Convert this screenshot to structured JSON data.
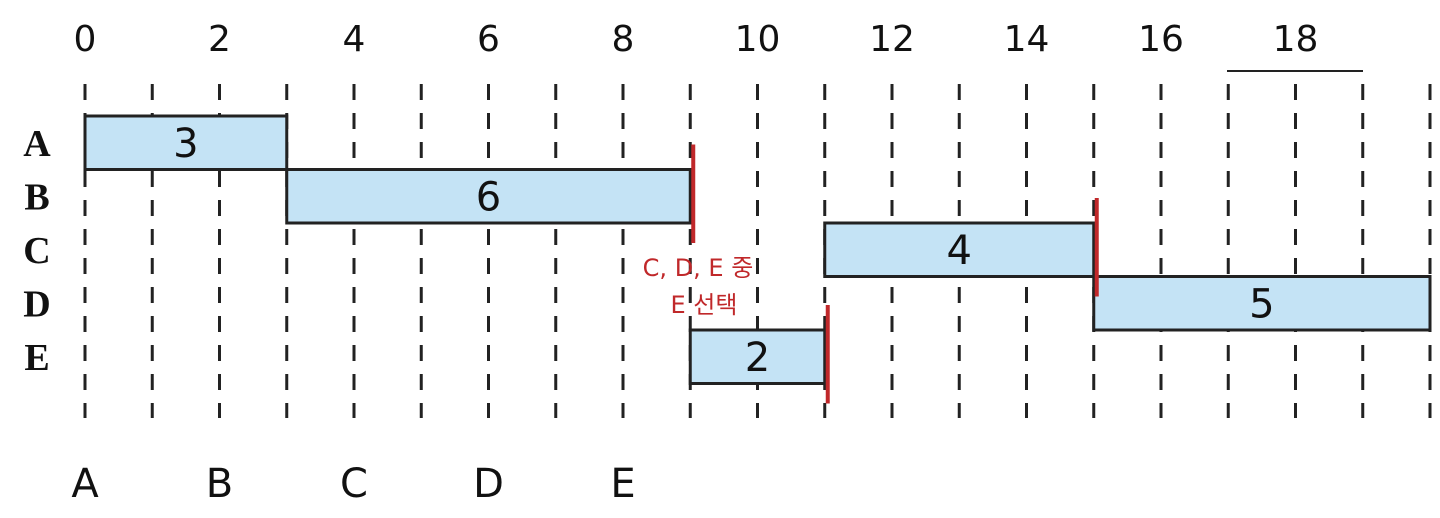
{
  "axis": {
    "tick_labels": [
      "0",
      "2",
      "4",
      "6",
      "8",
      "10",
      "12",
      "14",
      "16",
      "18"
    ],
    "range": [
      0,
      20
    ],
    "grid": true
  },
  "rows": [
    "A",
    "B",
    "C",
    "D",
    "E"
  ],
  "tasks": [
    {
      "row": "A",
      "start": 0,
      "end": 3,
      "label": "3"
    },
    {
      "row": "B",
      "start": 3,
      "end": 9,
      "label": "6"
    },
    {
      "row": "C",
      "start": 11,
      "end": 15,
      "label": "4"
    },
    {
      "row": "D",
      "start": 15,
      "end": 20,
      "label": "5"
    },
    {
      "row": "E",
      "start": 9,
      "end": 11,
      "label": "2"
    }
  ],
  "markers": [
    9,
    11,
    15
  ],
  "annotation": {
    "line1": "C, D, E 중",
    "line2": "E 선택",
    "color": "#c0282a"
  },
  "bottom_labels": [
    "A",
    "B",
    "C",
    "D",
    "E"
  ],
  "colors": {
    "bar_fill": "#c4e3f5",
    "bar_stroke": "#222222",
    "marker": "#c0282a"
  }
}
